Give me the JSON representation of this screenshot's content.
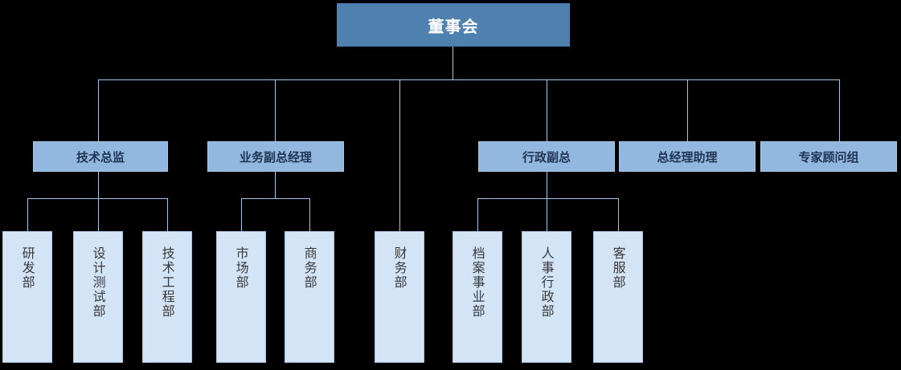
{
  "chart": {
    "type": "org-chart",
    "title_node": "董事会",
    "colors": {
      "background": "#000000",
      "level0_fill": "#4E81AF",
      "level0_text": "#FFFFFF",
      "level1_fill": "#93B8DF",
      "level1_text": "#1F3352",
      "level2_fill": "#D4E4F7",
      "level2_text": "#3A3A3A",
      "connector": "#A9C4E4"
    }
  },
  "nodes": {
    "root": {
      "label": "董事会"
    },
    "level1": [
      {
        "label": "技术总监"
      },
      {
        "label": "业务副总经理"
      },
      {
        "label": "行政副总"
      },
      {
        "label": "总经理助理"
      },
      {
        "label": "专家顾问组"
      }
    ],
    "level2": [
      {
        "label": "研发部",
        "parent": "技术总监"
      },
      {
        "label": "设计测试部",
        "parent": "技术总监"
      },
      {
        "label": "技术工程部",
        "parent": "技术总监"
      },
      {
        "label": "市场部",
        "parent": "业务副总经理"
      },
      {
        "label": "商务部",
        "parent": "业务副总经理"
      },
      {
        "label": "财务部",
        "parent": "董事会"
      },
      {
        "label": "档案事业部",
        "parent": "行政副总"
      },
      {
        "label": "人事行政部",
        "parent": "行政副总"
      },
      {
        "label": "客服部",
        "parent": "行政副总"
      }
    ]
  }
}
